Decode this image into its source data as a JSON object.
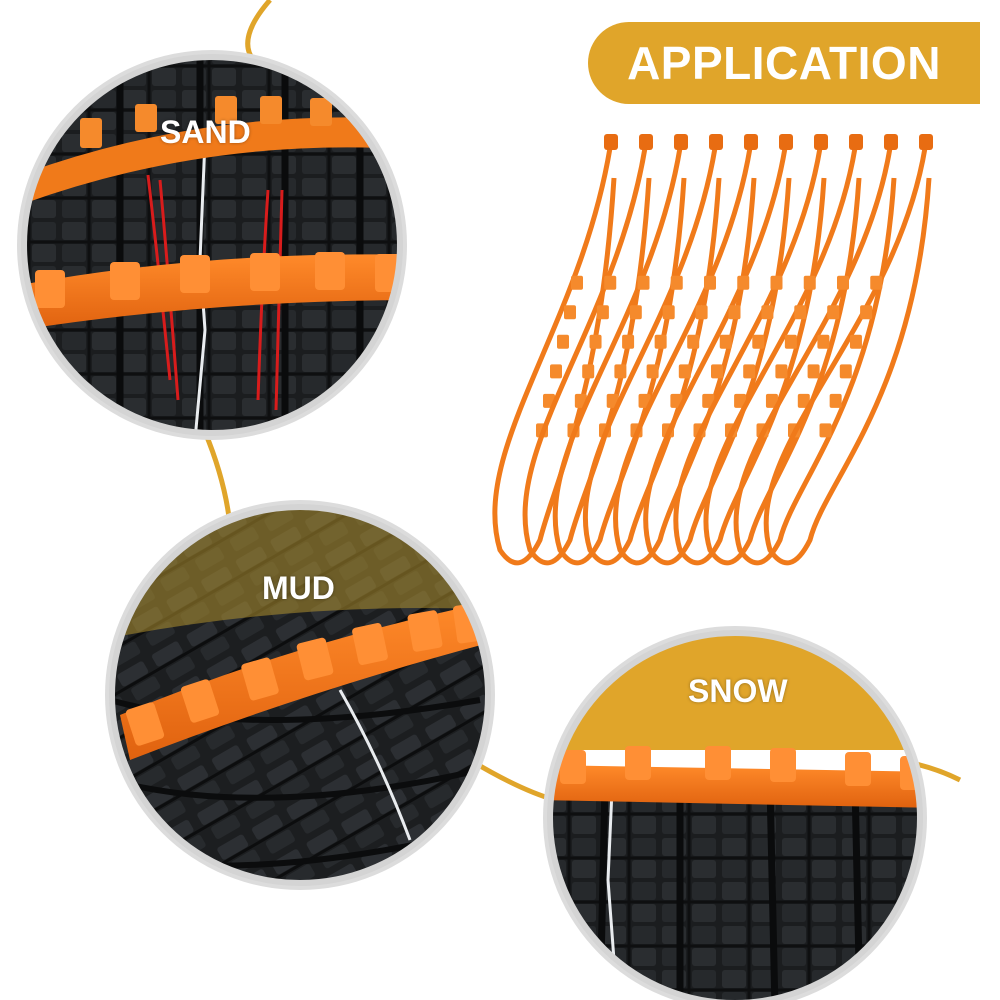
{
  "header": {
    "title": "APPLICATION"
  },
  "scenes": [
    {
      "label": "SAND"
    },
    {
      "label": "MUD"
    },
    {
      "label": "SNOW"
    }
  ],
  "colors": {
    "accent_gold": "#e0a52a",
    "strap_orange": "#f07a1a",
    "tire_dark": "#1b1d1f"
  },
  "icons": [
    "sand-tire-illustration",
    "mud-tire-illustration",
    "snow-tire-illustration",
    "snow-chain-straps-illustration"
  ]
}
